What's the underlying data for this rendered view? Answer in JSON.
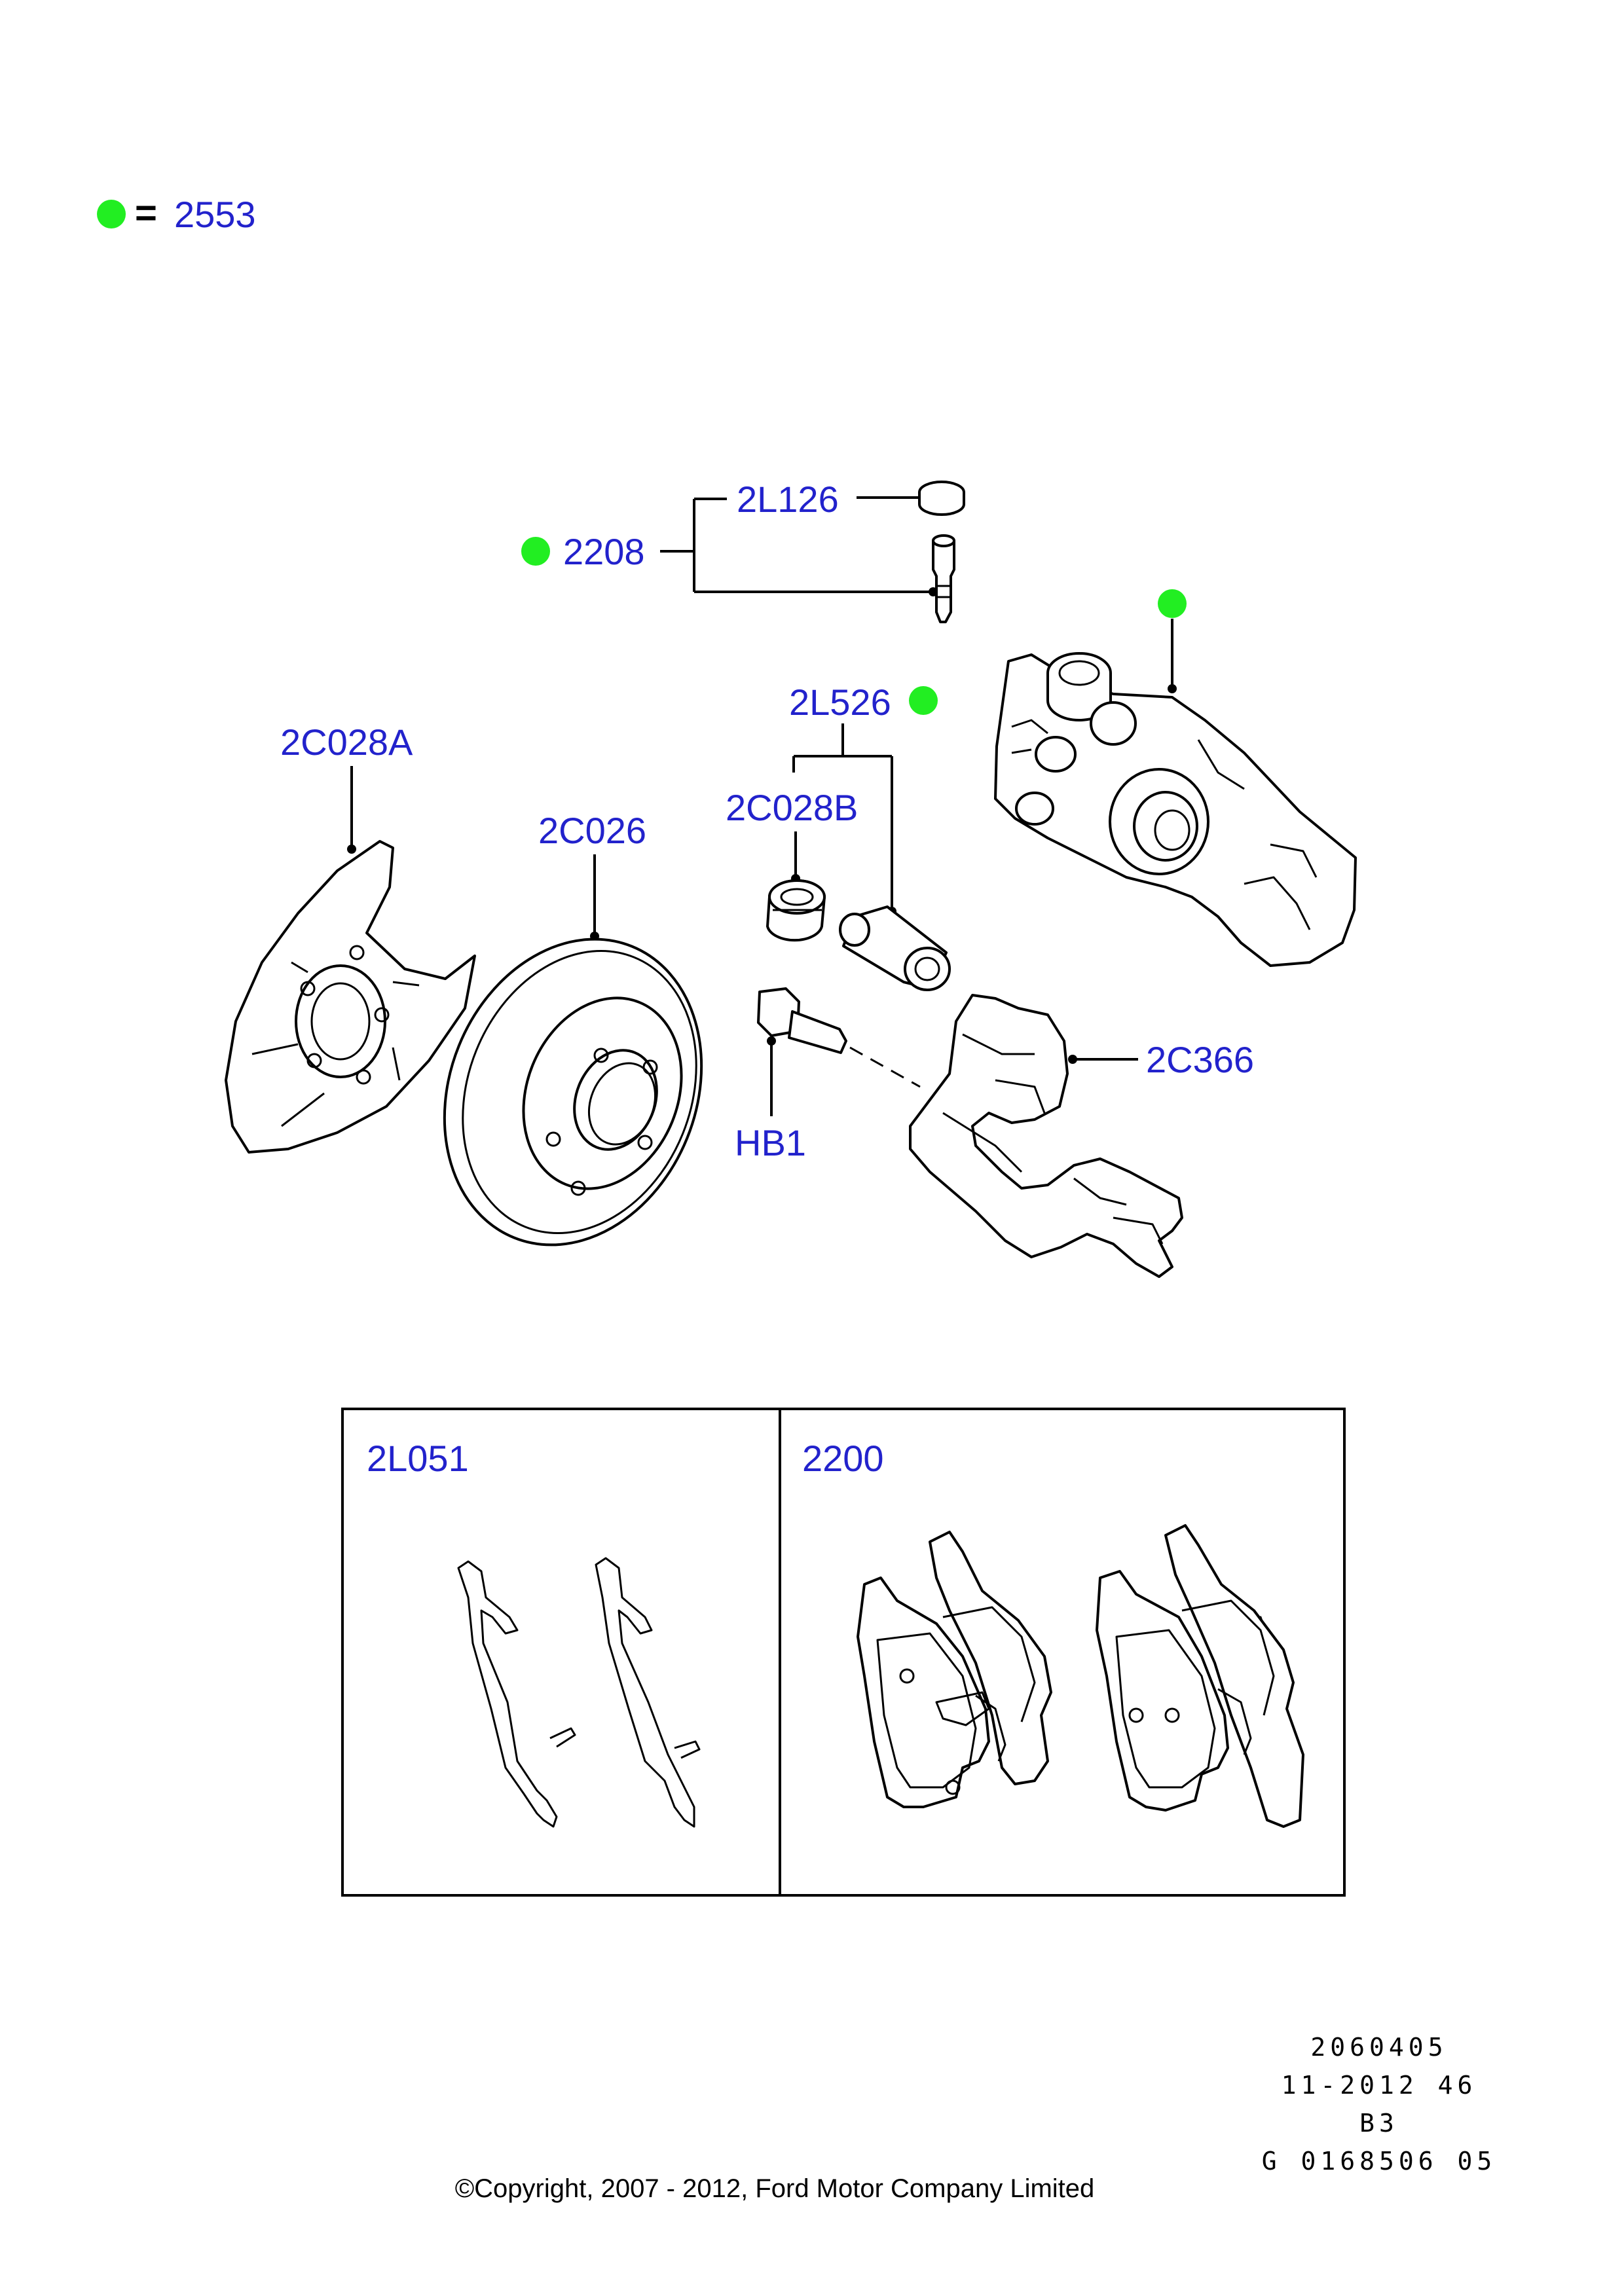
{
  "legend": {
    "marker_color": "#22ee22",
    "symbol": "=",
    "value": "2553"
  },
  "callouts": {
    "c2L126": "2L126",
    "c2208": "2208",
    "c2L526": "2L526",
    "c2C028A": "2C028A",
    "c2C026": "2C026",
    "c2C028B": "2C028B",
    "c2C366": "2C366",
    "cHB1": "HB1"
  },
  "boxes": [
    {
      "label": "2L051"
    },
    {
      "label": "2200"
    }
  ],
  "meta": {
    "line1": "2060405",
    "line2": "11-2012 46",
    "line3": "B3",
    "line4": "G 0168506 05"
  },
  "copyright": "©Copyright, 2007 - 2012, Ford Motor Company Limited",
  "colors": {
    "label": "#2222cc",
    "marker": "#22ee22",
    "line": "#000000"
  }
}
